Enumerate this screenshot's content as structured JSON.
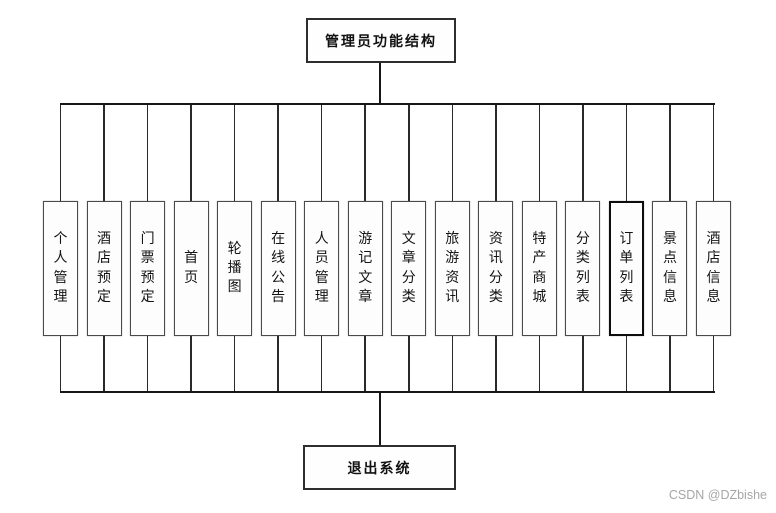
{
  "diagram": {
    "root": {
      "label": "管理员功能结构"
    },
    "children": [
      {
        "label": "个人管理"
      },
      {
        "label": "酒店预定"
      },
      {
        "label": "门票预定"
      },
      {
        "label": "首页"
      },
      {
        "label": "轮播图"
      },
      {
        "label": "在线公告"
      },
      {
        "label": "人员管理"
      },
      {
        "label": "游记文章"
      },
      {
        "label": "文章分类"
      },
      {
        "label": "旅游资讯"
      },
      {
        "label": "资讯分类"
      },
      {
        "label": "特产商城"
      },
      {
        "label": "分类列表"
      },
      {
        "label": "订单列表",
        "highlighted": true
      },
      {
        "label": "景点信息"
      },
      {
        "label": "酒店信息"
      }
    ],
    "footer": {
      "label": "退出系统"
    },
    "colors": {
      "line": "#161616",
      "node_border": "#4a4a4a",
      "highlight_border": "#0d0d0d",
      "node_fill": "#fdfdfe",
      "background": "#ffffff"
    }
  },
  "watermark": {
    "text": "CSDN @DZbishe"
  }
}
